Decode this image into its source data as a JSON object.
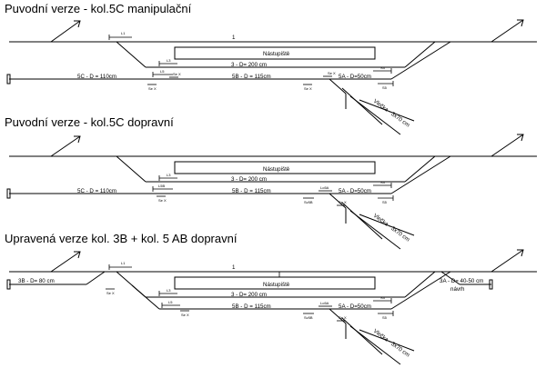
{
  "headings": [
    "Puvodní verze - kol.5C manipulační",
    "Puvodní verze - kol.5C dopravní",
    "Upravená verze kol. 3B + kol. 5 AB dopravní"
  ],
  "sections": [
    {
      "track1": "1",
      "platform": "Nástupiště",
      "track3": "3 - D= 200 cm",
      "left_track": "5C - D = 110cm",
      "mid_track": "5B - D = 115cm",
      "right_track": "5A - D=50cm",
      "siding": "Vlečka - 3x70 cm",
      "signals": {
        "l1": "L1",
        "l3": "L3",
        "l5": "L5",
        "s3": "S3",
        "s5": "S5",
        "sea": "Se X",
        "seb": "Se X",
        "sec": "Se X",
        "sed": "Se X"
      }
    },
    {
      "platform": "Nástupiště",
      "track3": "3 - D= 200 cm",
      "left_track": "5C - D = 110cm",
      "mid_track": "5B - D = 115cm",
      "right_track": "5A - D=50cm",
      "siding": "Vlečka - 3x70 cm",
      "signals": {
        "l3": "L3",
        "l5b": "L5B",
        "s3": "S3",
        "s5": "S5",
        "lo5a": "Lo5A",
        "sv5b": "Sv5B",
        "sea": "Se X",
        "seb": "Se X"
      }
    },
    {
      "track1": "1",
      "platform": "Nástupiště",
      "left_track": "3B - D= 80 cm",
      "track3": "3 - D= 200 cm",
      "mid_track": "5B - D = 115cm",
      "right_track": "5A - D=50cm",
      "right_3a": "3A - D= 40-50 cm",
      "navrh": "návrh",
      "siding": "Vlečka - 3x70 cm",
      "signals": {
        "l1": "L1",
        "l3": "L3",
        "l5": "L5",
        "s3": "S3",
        "s5": "S5",
        "lo5a": "Lo5A",
        "sv5b": "Sv5B",
        "sea": "Se X",
        "seb": "Se X",
        "sec": "Se X"
      }
    }
  ]
}
